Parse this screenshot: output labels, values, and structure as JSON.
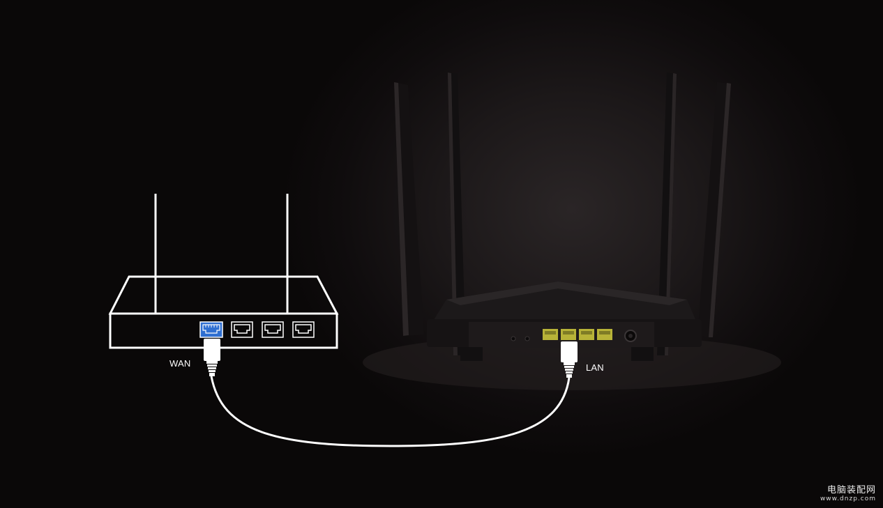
{
  "labels": {
    "wan": "WAN",
    "lan": "LAN"
  },
  "watermark": {
    "title": "电脑装配网",
    "url": "www.dnzp.com"
  },
  "colors": {
    "background": "#0a0808",
    "outline": "#ffffff",
    "wan_port": "#2f6fd1",
    "lan_port": "#b8b338",
    "router_body": "#1a1718"
  },
  "icons": {
    "modem": "modem-outline-icon",
    "router": "wireless-router-icon",
    "ethernet_port": "rj45-port-icon",
    "ethernet_plug": "rj45-plug-icon"
  }
}
